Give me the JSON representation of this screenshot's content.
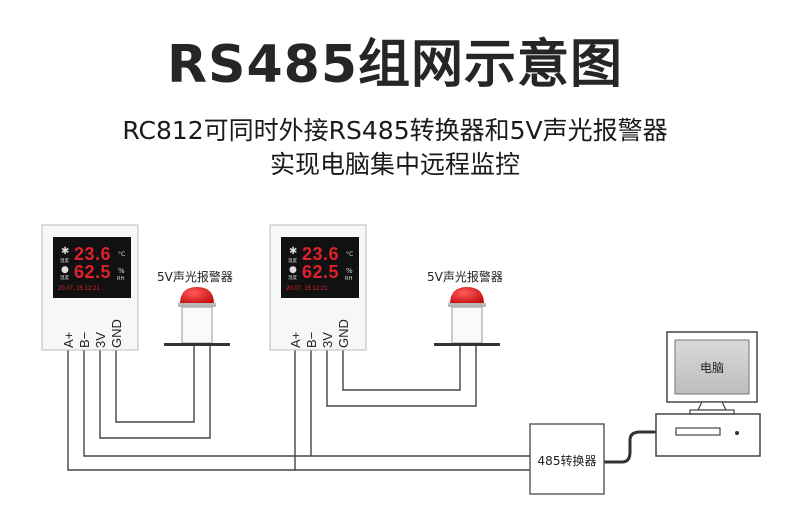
{
  "title": "RS485组网示意图",
  "subtitle_line1": "RC812可同时外接RS485转换器和5V声光报警器",
  "subtitle_line2": "实现电脑集中远程监控",
  "devices": [
    {
      "temp_value": "23.6",
      "temp_unit": "°C",
      "hum_value": "62.5",
      "hum_unit": "%",
      "hum_unit_sub": "RH",
      "temp_label": "温度",
      "hum_label": "湿度",
      "bottom_row": "20.07. 15  12:21",
      "terminals": [
        "A+",
        "B−",
        "3V",
        "GND"
      ]
    },
    {
      "temp_value": "23.6",
      "temp_unit": "°C",
      "hum_value": "62.5",
      "hum_unit": "%",
      "hum_unit_sub": "RH",
      "temp_label": "温度",
      "hum_label": "湿度",
      "bottom_row": "20.07. 15  12:21",
      "terminals": [
        "A+",
        "B−",
        "3V",
        "GND"
      ]
    }
  ],
  "alarm_label": "5V声光报警器",
  "converter_label": "485转换器",
  "computer_label": "电脑",
  "colors": {
    "title": "#262626",
    "led_red": "#e0202a",
    "display_bg": "#111111",
    "alarm_red": "#e01f1f",
    "wire": "#444444"
  }
}
